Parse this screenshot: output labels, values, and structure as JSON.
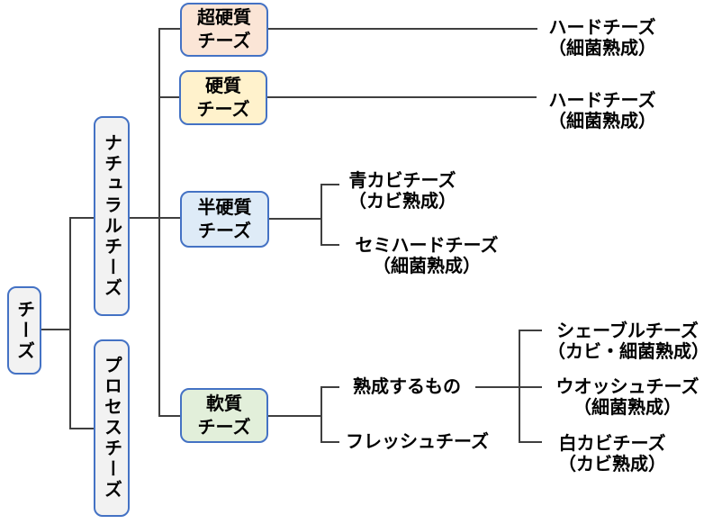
{
  "colors": {
    "box_border_accent": "#4472C4",
    "connector_line": "#3f3f3f",
    "fill_gray": "#F2F2F2",
    "fill_peach": "#FBE5D6",
    "fill_yellow": "#FFF2CC",
    "fill_blue": "#DEEBF7",
    "fill_green": "#E2EFDA"
  },
  "nodes": {
    "root": {
      "label": "チーズ"
    },
    "natural": {
      "label": "ナチュラルチーズ"
    },
    "process": {
      "label": "プロセスチーズ"
    },
    "super_hard": {
      "line1": "超硬質",
      "line2": "チーズ"
    },
    "hard": {
      "line1": "硬質",
      "line2": "チーズ"
    },
    "semi_hard": {
      "line1": "半硬質",
      "line2": "チーズ"
    },
    "soft": {
      "line1": "軟質",
      "line2": "チーズ"
    }
  },
  "leaves": {
    "hard_cheese_1": {
      "name": "ハードチーズ",
      "note": "（細菌熟成）"
    },
    "hard_cheese_2": {
      "name": "ハードチーズ",
      "note": "（細菌熟成）"
    },
    "blue_mold": {
      "name": "青カビチーズ",
      "note": "（カビ熟成）"
    },
    "semi_hard_cheese": {
      "name": "セミハードチーズ",
      "note": "（細菌熟成）"
    },
    "ripened": {
      "name": "熟成するもの"
    },
    "fresh": {
      "name": "フレッシュチーズ"
    },
    "chevre": {
      "name": "シェーブルチーズ",
      "note": "（カビ・細菌熟成）"
    },
    "washed": {
      "name": "ウオッシュチーズ",
      "note": "（細菌熟成）"
    },
    "white_mold": {
      "name": "白カビチーズ",
      "note": "（カビ熟成）"
    }
  }
}
